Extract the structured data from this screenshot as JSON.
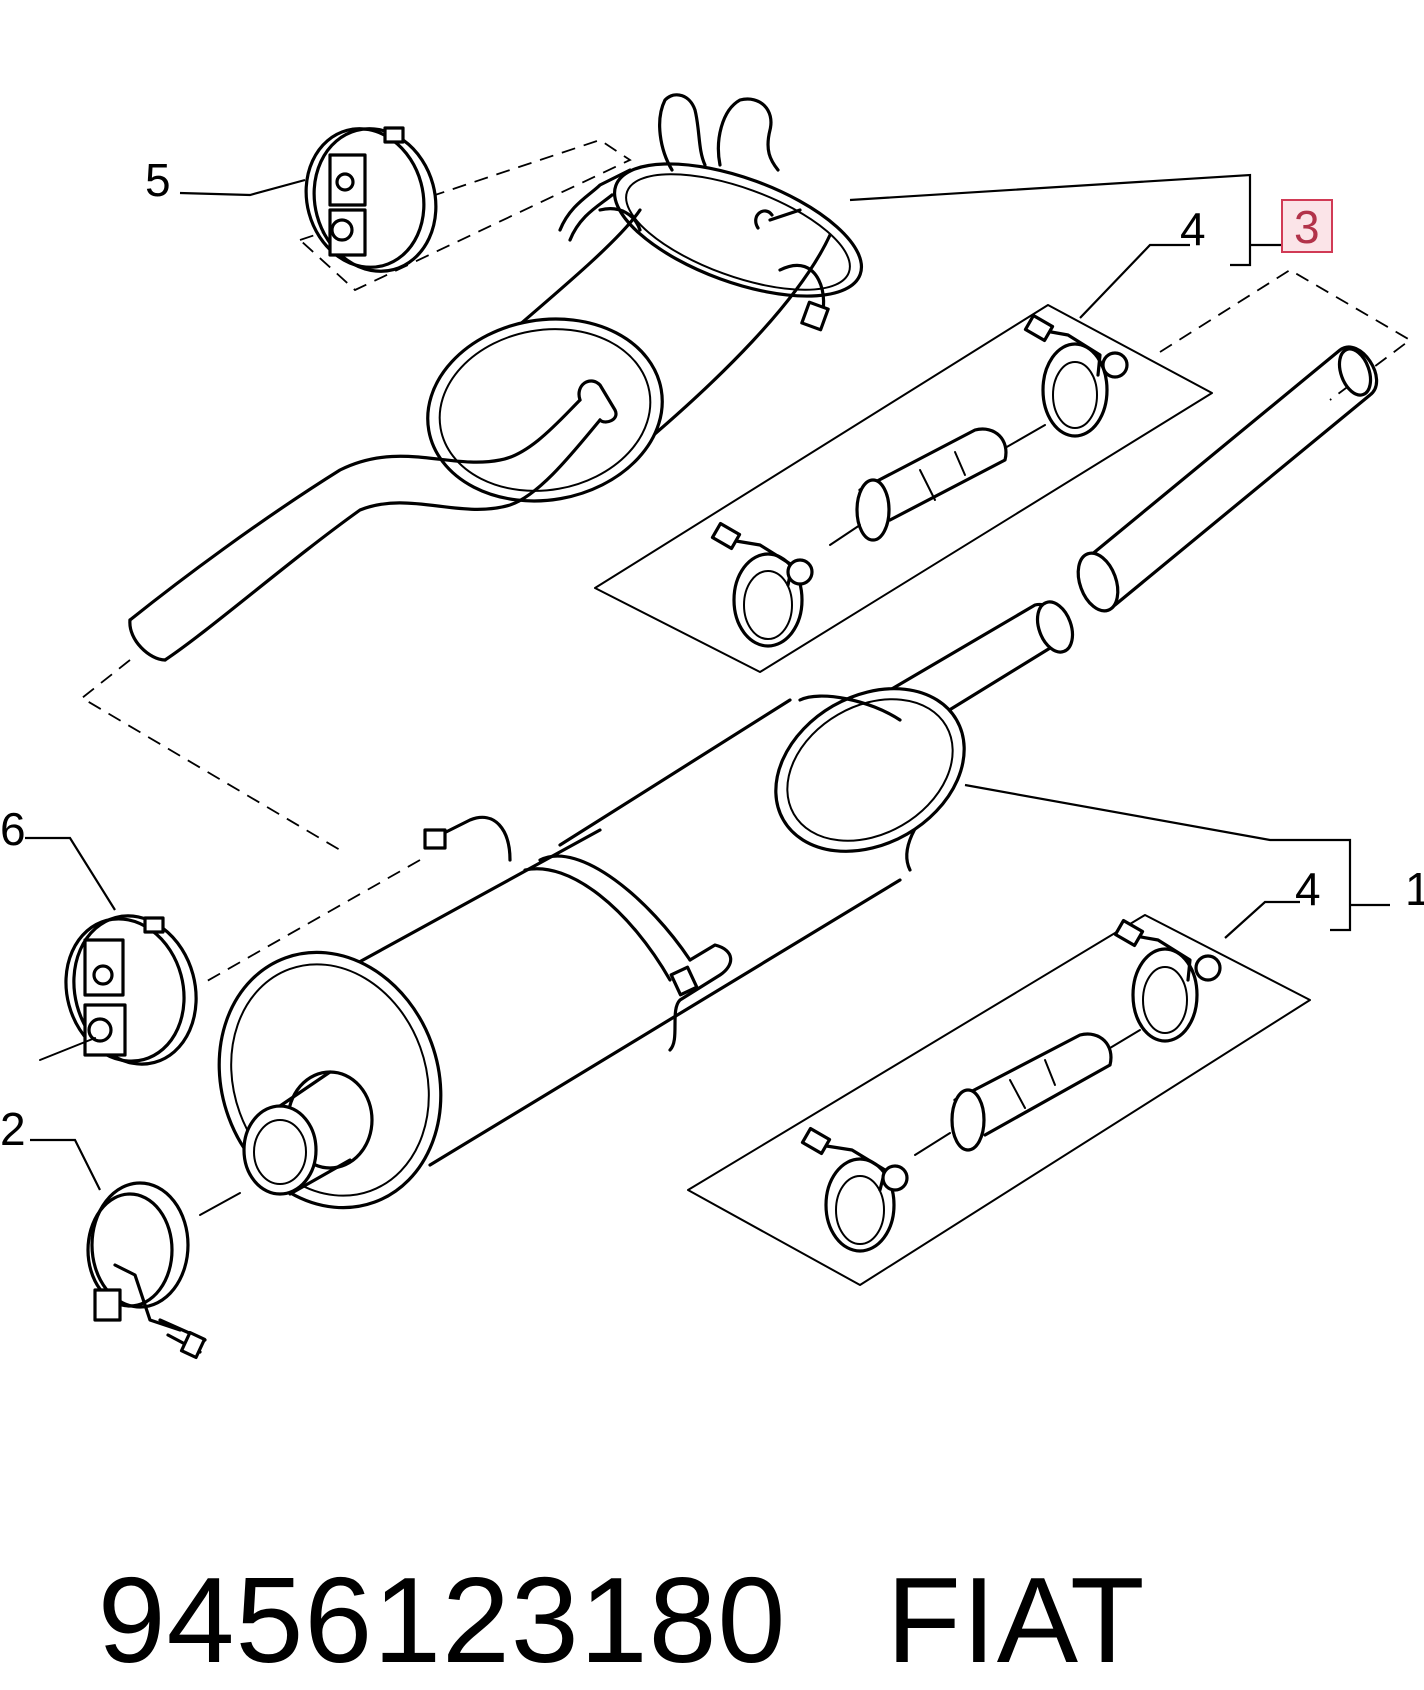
{
  "diagram": {
    "callouts": {
      "c5": "5",
      "c3": "3",
      "c4_top": "4",
      "c6": "6",
      "c4_bottom": "4",
      "c1": "1",
      "c2": "2"
    },
    "highlighted_callout": "3",
    "highlight_color": "#d13a55"
  },
  "footer": {
    "part_number": "9456123180",
    "brand": "FIAT"
  }
}
